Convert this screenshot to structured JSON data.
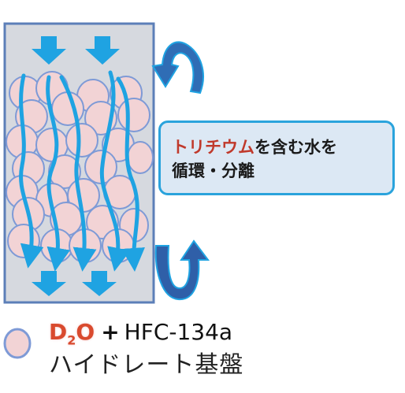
{
  "callout": {
    "highlight": "トリチウム",
    "line1_rest": "を含む水を",
    "line2": "循環・分離"
  },
  "legend": {
    "d2o_base": "D",
    "d2o_sub": "2",
    "d2o_end": "O",
    "plus": "+",
    "compound": "HFC-134a",
    "substrate": "ハイドレート基盤"
  },
  "colors": {
    "column_fill": "#D6D9DF",
    "column_border": "#5C7FB8",
    "bead_fill": "#F2D3D5",
    "bead_border": "#7E9AD6",
    "flow_arrow": "#1FA3E2",
    "return_arrow": "#2F5FA8",
    "callout_border": "#2AA3DC",
    "callout_fill": "#DCE8F4",
    "highlight_text": "#C0392B"
  },
  "icons": [
    "down-arrow-icon",
    "curved-return-arrow-icon",
    "bead-icon"
  ]
}
